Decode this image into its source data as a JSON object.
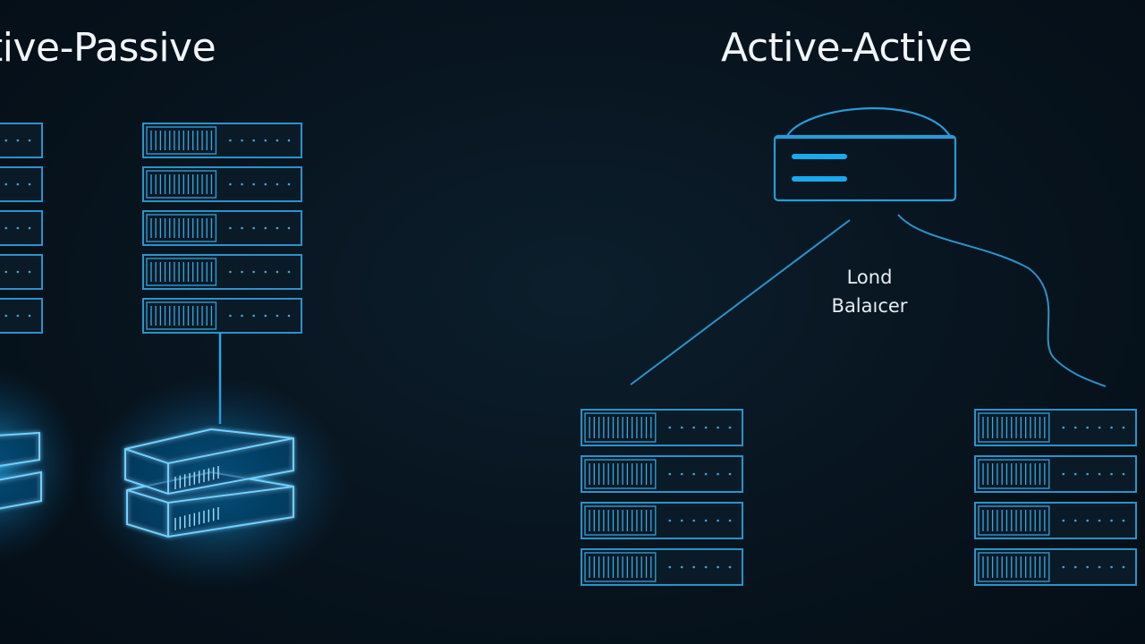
{
  "titles": {
    "left": "tive-Passive",
    "right": "Active-Active"
  },
  "load_balancer": {
    "line1": "Lond",
    "line2": "Balaıcer"
  },
  "colors": {
    "background": "#07141f",
    "stroke": "#2b93c9",
    "glow": "#22b8ff",
    "text": "#f2f6f9"
  }
}
